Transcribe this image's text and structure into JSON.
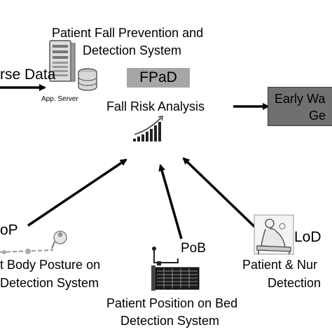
{
  "system": {
    "title_line1": "Patient Fall Prevention and",
    "title_line2": "Detection System",
    "acronym": "FPaD",
    "server_label": "App. Server"
  },
  "input_label": "rse Data",
  "analysis": {
    "label": "Fall Risk Analysis"
  },
  "output": {
    "line1": "Early Wa",
    "line2": "Ge"
  },
  "subsystems": {
    "bodypost": {
      "code": "oP",
      "line1": "t Body Posture on",
      "line2": "Detection System"
    },
    "pob": {
      "code": "PoB",
      "line1": "Patient Position on Bed",
      "line2": "Detection System"
    },
    "lod": {
      "code": "LoD",
      "line1": "Patient & Nur",
      "line2": "Detection"
    }
  },
  "colors": {
    "acronym_box": "#a6a6a6",
    "output_box": "#707070",
    "output_border": "#3c3c3c",
    "arrow": "#000000"
  },
  "icons": [
    "server-icon",
    "database-icon",
    "bar-chart-icon",
    "sensor-icon",
    "bed-sensor-icon",
    "patient-bed-icon"
  ]
}
